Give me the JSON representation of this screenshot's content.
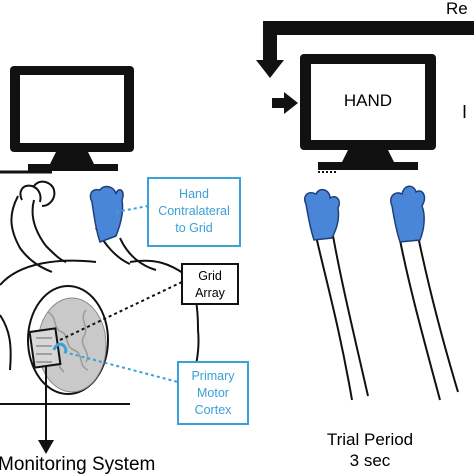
{
  "labels": {
    "top_right_partial": "Re",
    "monitor_text": "HAND",
    "right_edge_partial": "I",
    "hand_contralateral": [
      "Hand",
      "Contralateral",
      "to Grid"
    ],
    "grid_array": [
      "Grid",
      "Array"
    ],
    "primary_motor_cortex": [
      "Primary",
      "Motor",
      "Cortex"
    ],
    "monitoring_system": "Monitoring System",
    "trial_period": "Trial Period",
    "trial_duration": "3 sec"
  },
  "colors": {
    "glove_blue": "#4a86d8",
    "label_blue": "#3aa0d8",
    "line_black": "#111111",
    "brain_gray": "#c9c9c9"
  }
}
